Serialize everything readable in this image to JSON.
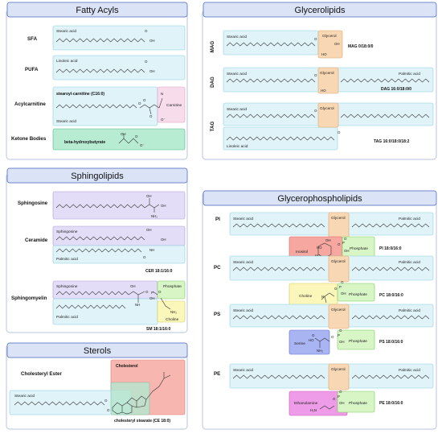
{
  "colors": {
    "panel_header": "#dbe3f7",
    "panel_header_border": "#6f86c8",
    "panel_border": "#b8c3de",
    "fatty_chain": "#dff3f8",
    "fatty_chain_border": "#8ccfe0",
    "glycerol": "#f8d7b4",
    "glycerol_border": "#e0a86a",
    "sphingosine": "#e4ddf8",
    "sphingosine_border": "#aa9bd8",
    "phosphate": "#d7f5c5",
    "phosphate_border": "#7fc95d",
    "carnitine": "#f7ddec",
    "carnitine_border": "#d99fc0",
    "ketone": "#b7ecd3",
    "ketone_border": "#4fb889",
    "choline": "#fbf6b9",
    "choline_border": "#d7ca5c",
    "inositol": "#f5a7a0",
    "inositol_border": "#d9685e",
    "serine": "#a9b4f2",
    "serine_border": "#5f6fd1",
    "ethanolamine": "#ef9ce8",
    "ethanolamine_border": "#c955bf",
    "cholesterol": "#f7b6b0",
    "cholesterol_border": "#dd7d74"
  },
  "panels": {
    "fatty_acyls": {
      "title": "Fatty Acyls",
      "sfa": {
        "label": "SFA",
        "chain": "Stearic acid",
        "atoms": [
          "O",
          "OH"
        ]
      },
      "pufa": {
        "label": "PUFA",
        "chain": "Linoleic acid",
        "atoms": [
          "O",
          "OH"
        ]
      },
      "acylcarnitine": {
        "label": "Acylcarnitine",
        "name": "stearoyl-carnitine (C16:0)",
        "chain": "Stearic acid",
        "moiety": "Carnitine",
        "atoms": [
          "O",
          "O",
          "N",
          "O",
          "O⁻"
        ]
      },
      "ketone": {
        "label": "Ketone Bodies",
        "name": "beta-hydroxybutyrate",
        "atoms": [
          "OH",
          "O",
          "O⁻"
        ]
      }
    },
    "glycerolipids": {
      "title": "Glycerolipids",
      "mag": {
        "label": "MAG",
        "chain": "Stearic acid",
        "glycerol": "Glycerol",
        "name": "MAG 0/18:0/0",
        "atoms": [
          "O",
          "OH",
          "HO"
        ]
      },
      "dag": {
        "label": "DAG",
        "chain": "Stearic acid",
        "glycerol": "Glycerol",
        "chain2": "Palmitic acid",
        "name": "DAG 16:0/18:0/0",
        "atoms": [
          "O",
          "HO"
        ]
      },
      "tag": {
        "label": "TAG",
        "chain": "Stearic acid",
        "glycerol": "Glycerol",
        "chain3": "Linoleic acid",
        "name": "TAG 16:0/18:0/18:2",
        "atoms": [
          "O",
          "O"
        ]
      }
    },
    "sphingolipids": {
      "title": "Sphingolipids",
      "sphingosine": {
        "label": "Sphingosine",
        "atoms": [
          "OH",
          "OH",
          "NH₂"
        ]
      },
      "ceramide": {
        "label": "Ceramide",
        "chain": "Sphingosine",
        "chain2": "Palmitic acid",
        "name": "CER 18:1/16:0",
        "atoms": [
          "OH",
          "OH",
          "NH",
          "O"
        ]
      },
      "sphingomyelin": {
        "label": "Sphingomyelin",
        "chain": "Sphingosine",
        "chain2": "Palmitic acid",
        "phosphate": "Phosphate",
        "choline": "Choline",
        "name": "SM 18:1/16:0",
        "atoms": [
          "OH",
          "O",
          "P",
          "O",
          "OH",
          "NH",
          "NH₂"
        ]
      }
    },
    "sterols": {
      "title": "Sterols",
      "ester_label": "Cholesteryl Ester",
      "cholesterol": "Cholesterol",
      "chain": "Stearic acid",
      "name": "cholesteryl stearate (CE 18:0)",
      "atoms": [
        "O",
        "O"
      ]
    },
    "glycerophospholipids": {
      "title": "Glycerophospholipids",
      "pi": {
        "label": "PI",
        "chain": "Stearic acid",
        "glycerol": "Glycerol",
        "chain2": "Palmitic acid",
        "head": "Inositol",
        "phosphate": "Phosphate",
        "name": "PI 18:0/16:0",
        "atoms": [
          "HO",
          "OH",
          "HO",
          "OH",
          "OH",
          "O",
          "P",
          "O",
          "OH"
        ]
      },
      "pc": {
        "label": "PC",
        "chain": "Stearic acid",
        "glycerol": "Glycerol",
        "chain2": "Palmitic acid",
        "head": "Choline",
        "phosphate": "Phosphate",
        "name": "PC 18:0/16:0",
        "atoms": [
          "N",
          "O",
          "P",
          "O",
          "OH"
        ]
      },
      "ps": {
        "label": "PS",
        "chain": "Stearic acid",
        "glycerol": "Glycerol",
        "chain2": "Palmitic acid",
        "head": "Serine",
        "phosphate": "Phosphate",
        "name": "PS 18:0/16:0",
        "atoms": [
          "O",
          "HO",
          "NH₂",
          "O",
          "P",
          "O",
          "OH"
        ]
      },
      "pe": {
        "label": "PE",
        "chain": "Stearic acid",
        "glycerol": "Glycerol",
        "chain2": "Palmitic acid",
        "head": "Ethanolamine",
        "phosphate": "Phosphate",
        "name": "PE 18:0/16:0",
        "atoms": [
          "H₂N",
          "O",
          "P",
          "O",
          "OH"
        ]
      }
    }
  }
}
